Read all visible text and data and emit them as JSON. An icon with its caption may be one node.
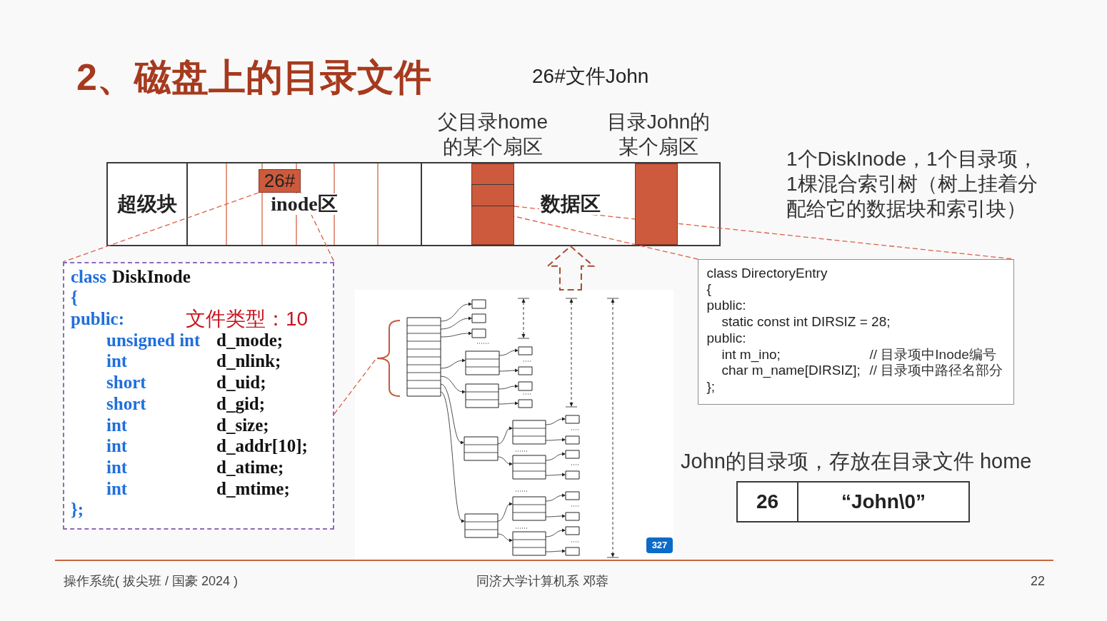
{
  "diagram": {
    "title": "2、磁盘上的目录文件",
    "nodes": [
      {
        "text": [
          "超级块"
        ]
      },
      {
        "text": [
          "inode区"
        ]
      },
      {
        "text": [
          "26#"
        ],
        "in": 1
      },
      {
        "text": [
          "数据区"
        ]
      },
      {
        "text": [],
        "shape": "bar",
        "in": 3,
        "beside": [
          "父目录home的某个扇区"
        ]
      },
      {
        "text": [],
        "shape": "box",
        "in": 4
      },
      {
        "text": [],
        "shape": "bar",
        "in": 3,
        "beside": [
          "目录John的某个扇区"
        ]
      },
      {
        "text": [
          "class",
          "DiskInode",
          "{",
          "public:",
          "文件类型：10",
          "unsigned int",
          "d_mode;",
          "int",
          "d_nlink;",
          "short",
          "d_uid;",
          "short",
          "d_gid;",
          "int",
          "d_size;",
          "int",
          "d_addr[10];",
          "int",
          "d_atime;",
          "int",
          "d_mtime;",
          "};"
        ]
      },
      {
        "text": [
          "class DirectoryEntry",
          "{",
          "public:",
          "static const int DIRSIZ = 28;",
          "public:",
          "int m_ino;",
          "// 目录项中Inode编号",
          "char m_name[DIRSIZ];",
          "// 目录项中路径名部分",
          "};"
        ]
      },
      {
        "text": [
          "26"
        ]
      },
      {
        "text": [
          "“John\\0”"
        ]
      },
      {
        "text": [],
        "shape": "picture"
      },
      {
        "text": [],
        "shape": "brace",
        "in": 11
      }
    ],
    "edges": [
      {
        "from": 2,
        "to": 7,
        "arrow": "none",
        "style": "dashed"
      },
      {
        "from": 2,
        "to": 7,
        "arrow": "none",
        "style": "dashed"
      },
      {
        "from": 7,
        "to": 12,
        "arrow": "none",
        "style": "dashed"
      },
      {
        "from": 5,
        "to": 8,
        "arrow": "none",
        "style": "dashed"
      },
      {
        "from": 5,
        "to": 8,
        "arrow": "none",
        "style": "dashed"
      },
      {
        "from": 11,
        "to": 3,
        "arrow": "to",
        "style": "dashed",
        "color": "#a94a32"
      }
    ],
    "labels": [
      "26#文件John",
      "1个DiskInode，1个目录项，1棵混合索引树（树上挂着分配给它的数据块和索引块）",
      "John的目录项，存放在目录文件 home",
      "327",
      "操作系统( 拔尖班 / 国豪 2024 )",
      "同济大学计算机系 邓蓉",
      "22"
    ]
  }
}
